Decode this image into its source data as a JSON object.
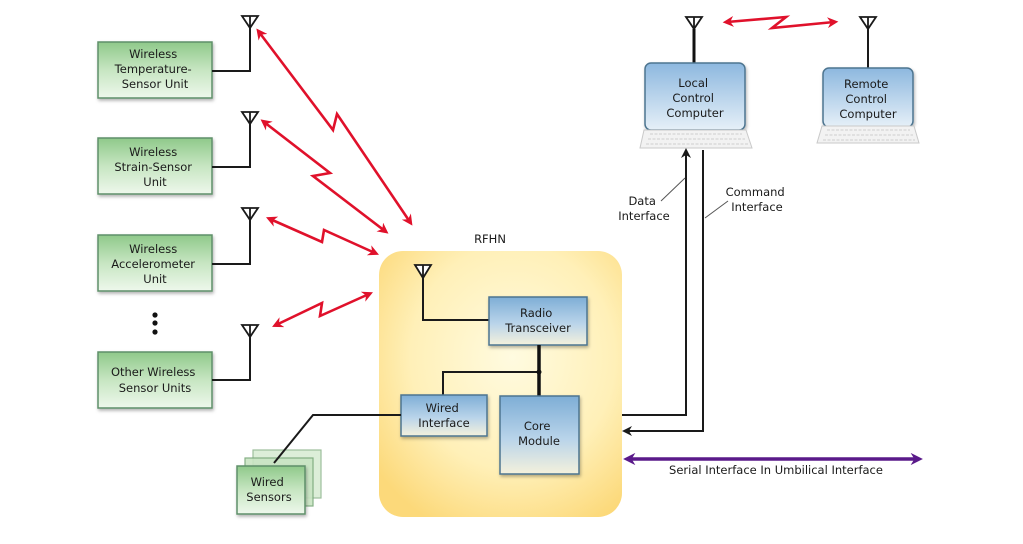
{
  "diagram": {
    "colors": {
      "rf_link": "#e0112b",
      "serial_link": "#5a1a8a",
      "sensor_box": "#a8d5a2",
      "module_box": "#8fb9dc",
      "rfhn_panel": "#fde7a0",
      "wire": "#1a1a1a"
    },
    "wireless_sensors": [
      {
        "lines": [
          "Wireless",
          "Temperature-",
          "Sensor Unit"
        ]
      },
      {
        "lines": [
          "Wireless",
          "Strain-Sensor",
          "Unit"
        ]
      },
      {
        "lines": [
          "Wireless",
          "Accelerometer",
          "Unit"
        ]
      },
      {
        "lines": [
          "Other Wireless",
          "Sensor Units"
        ]
      }
    ],
    "ellipsis": "more sensor units",
    "wired_sensors": {
      "lines": [
        "Wired",
        "Sensors"
      ]
    },
    "rfhn": {
      "title": "RFHN",
      "radio_transceiver": {
        "lines": [
          "Radio",
          "Transceiver"
        ]
      },
      "wired_interface": {
        "lines": [
          "Wired",
          "Interface"
        ]
      },
      "core_module": {
        "lines": [
          "Core",
          "Module"
        ]
      }
    },
    "local_computer": {
      "lines": [
        "Local",
        "Control",
        "Computer"
      ]
    },
    "remote_computer": {
      "lines": [
        "Remote",
        "Control",
        "Computer"
      ]
    },
    "data_interface": {
      "lines": [
        "Data",
        "Interface"
      ]
    },
    "command_interface": {
      "lines": [
        "Command",
        "Interface"
      ]
    },
    "serial_interface": "Serial Interface In Umbilical Interface"
  }
}
